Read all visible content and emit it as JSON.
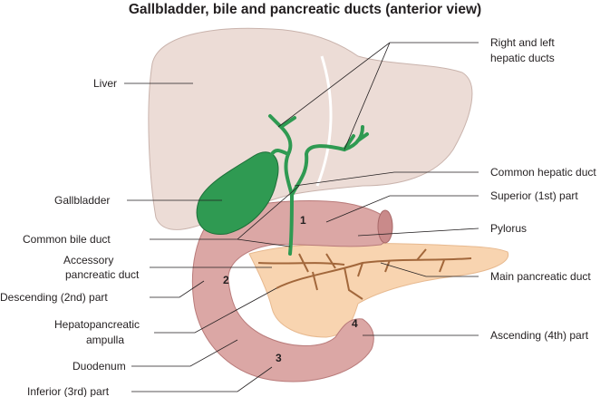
{
  "title": "Gallbladder, bile and pancreatic ducts (anterior view)",
  "labels": {
    "liver": "Liver",
    "hepatic_ducts_1": "Right and left",
    "hepatic_ducts_2": "hepatic ducts",
    "common_hepatic_duct": "Common hepatic duct",
    "gallbladder": "Gallbladder",
    "superior_part": "Superior (1st) part",
    "common_bile_duct": "Common bile duct",
    "pylorus": "Pylorus",
    "accessory_duct_1": "Accessory",
    "accessory_duct_2": "pancreatic duct",
    "main_pancreatic_duct": "Main pancreatic duct",
    "descending_part": "Descending (2nd) part",
    "ampulla_1": "Hepatopancreatic",
    "ampulla_2": "ampulla",
    "ascending_part": "Ascending (4th) part",
    "duodenum": "Duodenum",
    "inferior_part": "Inferior (3rd) part"
  },
  "part_numbers": {
    "one": "1",
    "two": "2",
    "three": "3",
    "four": "4"
  },
  "colors": {
    "liver": "#ecdcd6",
    "duodenum": "#dba7a5",
    "pancreas": "#f8d4b0",
    "bile": "#2f9a52",
    "pancreatic_duct": "#a2673b",
    "leader": "#231f20"
  }
}
